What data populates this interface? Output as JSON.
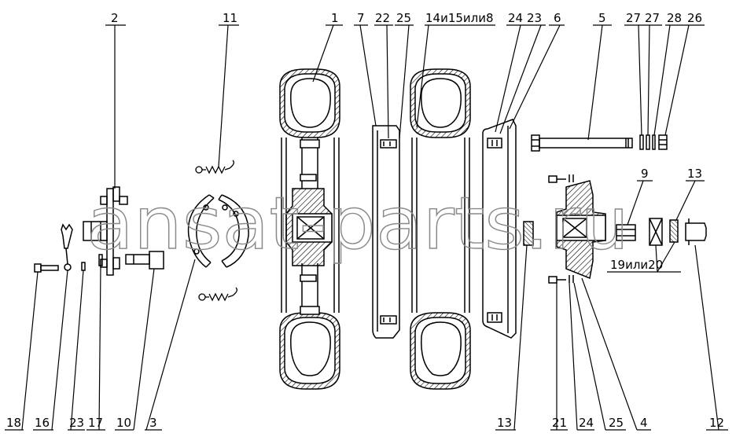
{
  "watermark": "ansat-parts.ru",
  "callouts": {
    "c2": "2",
    "c11": "11",
    "c1": "1",
    "c7": "7",
    "c22": "22",
    "c25_top": "25",
    "c14": "14и15или8",
    "c24_top": "24",
    "c23_top": "23",
    "c6": "6",
    "c5": "5",
    "c27a": "27",
    "c27b": "27",
    "c28": "28",
    "c26": "26",
    "c9": "9",
    "c13_top": "13",
    "c19": "19или20",
    "c18": "18",
    "c16": "16",
    "c23_bot": "23",
    "c17": "17",
    "c10": "10",
    "c3": "3",
    "c13_bot": "13",
    "c21": "21",
    "c24_bot": "24",
    "c25_bot": "25",
    "c4": "4",
    "c12": "12"
  }
}
